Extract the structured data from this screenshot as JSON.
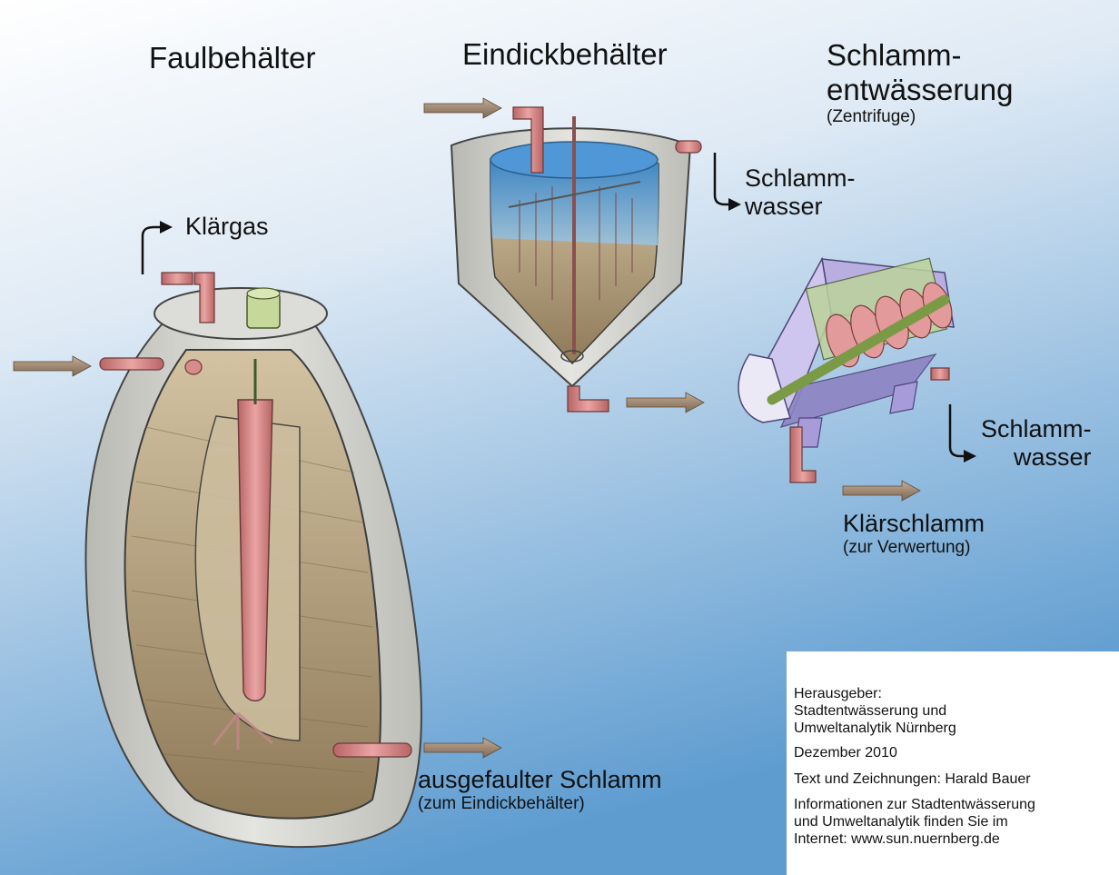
{
  "colors": {
    "background_top": "#ffffff",
    "background_bottom": "#5e9cd0",
    "concrete": "#d9d9d6",
    "sludge": "#a38f6e",
    "pipe": "#d98a8a",
    "water": "#3e86c8",
    "centrifuge_housing": "#b3a7dd",
    "screw_shaft": "#b5cf84",
    "arrow": "#9a8470"
  },
  "icons": {
    "flow_arrow": "flow-arrow-icon",
    "hook_arrow": "hook-arrow-icon"
  },
  "labels": {
    "digester_title": "Faulbehälter",
    "thickener_title": "Eindickbehälter",
    "dewatering_title_1": "Schlamm-",
    "dewatering_title_2": "entwässerung",
    "dewatering_sub": "(Zentrifuge)",
    "gas": "Klärgas",
    "sludge_water_1_a": "Schlamm-",
    "sludge_water_1_b": "wasser",
    "sludge_water_2_a": "Schlamm-",
    "sludge_water_2_b": "wasser",
    "digested_sludge": "ausgefaulter Schlamm",
    "digested_sludge_sub": "(zum Eindickbehälter)",
    "sewage_sludge": "Klärschlamm",
    "sewage_sludge_sub": "(zur Verwertung)"
  },
  "info": {
    "publisher_label": "Herausgeber:",
    "publisher_line1": "Stadtentwässerung und",
    "publisher_line2": "Umweltanalytik Nürnberg",
    "date": "Dezember 2010",
    "credits": "Text und Zeichnungen: Harald Bauer",
    "more_line1": "Informationen zur Stadtentwässerung",
    "more_line2": "und Umweltanalytik finden Sie im",
    "more_line3": "Internet: www.sun.nuernberg.de"
  }
}
